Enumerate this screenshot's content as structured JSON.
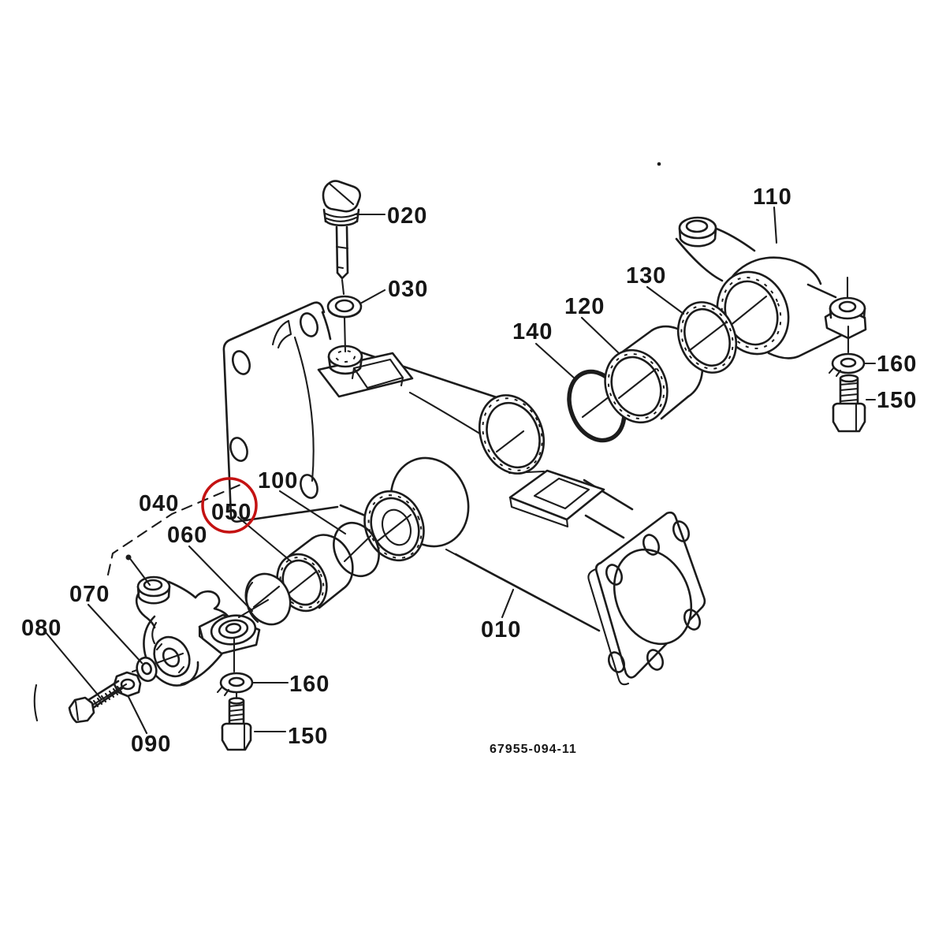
{
  "diagram": {
    "type": "exploded-parts-diagram",
    "drawing_number": "67955-094-11",
    "background_color": "#ffffff",
    "line_color": "#1c1c1c",
    "highlight": {
      "part_label": "050",
      "circle_color": "#c41212"
    },
    "callouts": [
      {
        "id": "010",
        "label": "010"
      },
      {
        "id": "020",
        "label": "020"
      },
      {
        "id": "030",
        "label": "030"
      },
      {
        "id": "040",
        "label": "040"
      },
      {
        "id": "050",
        "label": "050"
      },
      {
        "id": "060",
        "label": "060"
      },
      {
        "id": "070",
        "label": "070"
      },
      {
        "id": "080",
        "label": "080"
      },
      {
        "id": "090",
        "label": "090"
      },
      {
        "id": "100",
        "label": "100"
      },
      {
        "id": "110",
        "label": "110"
      },
      {
        "id": "120",
        "label": "120"
      },
      {
        "id": "130",
        "label": "130"
      },
      {
        "id": "140",
        "label": "140"
      },
      {
        "id": "150-right",
        "label": "150"
      },
      {
        "id": "160-right",
        "label": "160"
      },
      {
        "id": "150-left",
        "label": "150"
      },
      {
        "id": "160-left",
        "label": "160"
      }
    ]
  }
}
